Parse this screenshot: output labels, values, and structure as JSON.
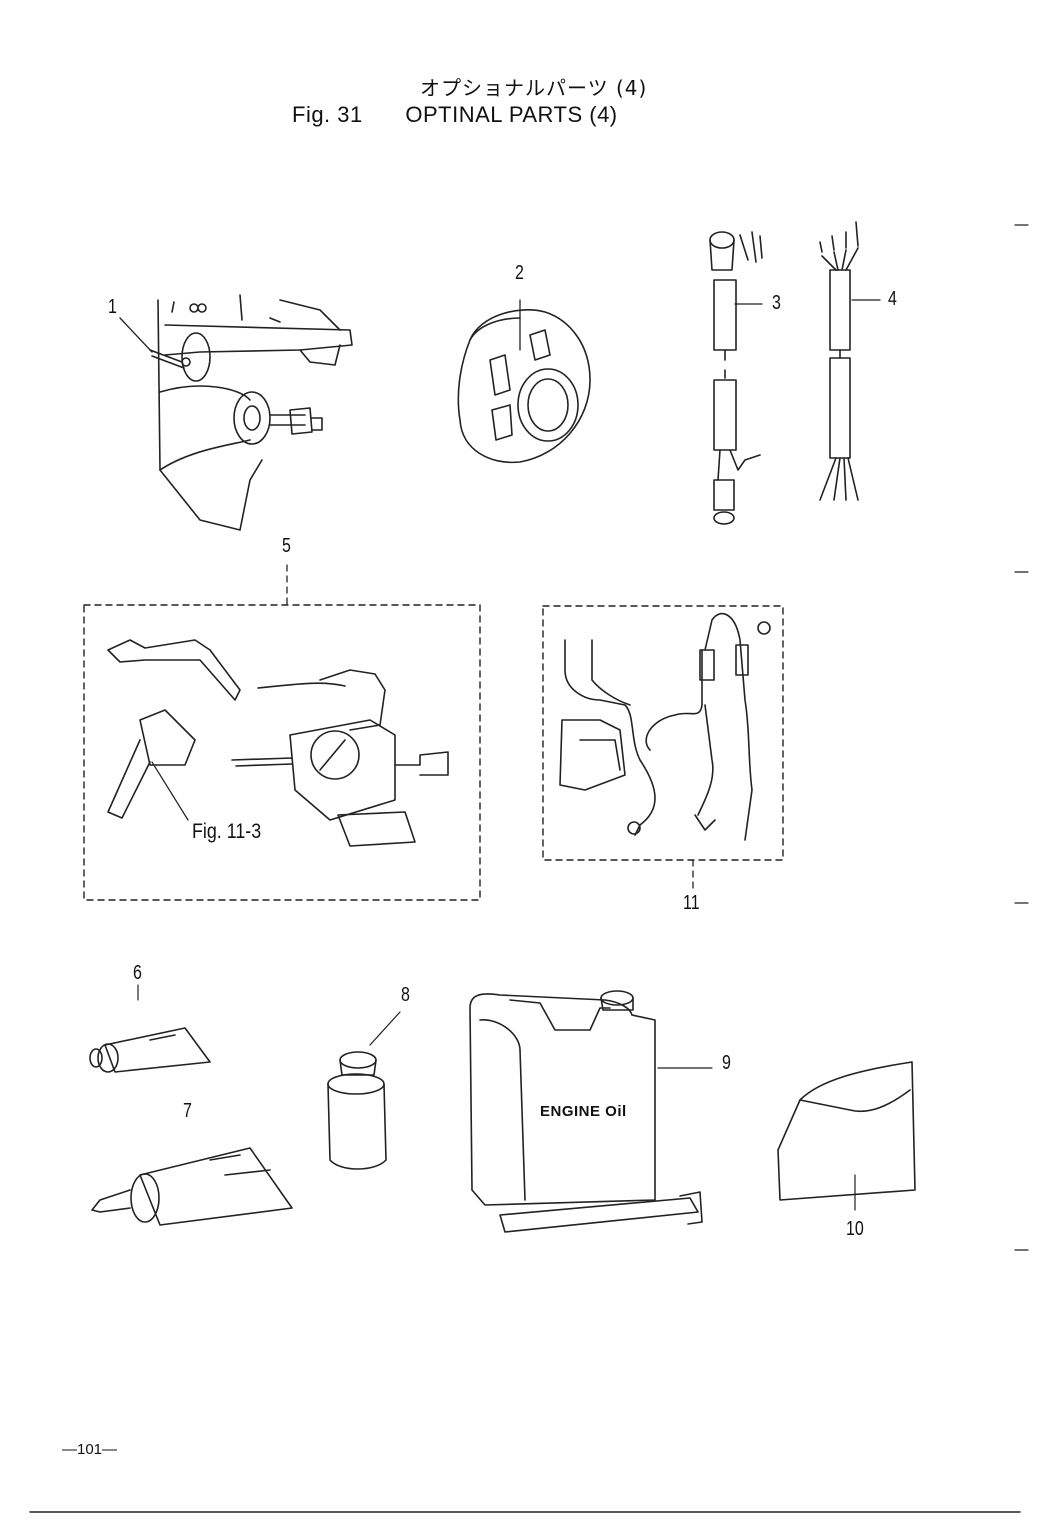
{
  "header": {
    "title_jp": "オプショナルパーツ (4)",
    "fig_label": "Fig. 31",
    "title_en": "OPTINAL PARTS (4)"
  },
  "callouts": [
    "1",
    "2",
    "3",
    "4",
    "5",
    "6",
    "7",
    "8",
    "9",
    "10",
    "11"
  ],
  "figure_reference": "Fig. 11-3",
  "product_label": "ENGINE Oil",
  "page_number": "—101—"
}
